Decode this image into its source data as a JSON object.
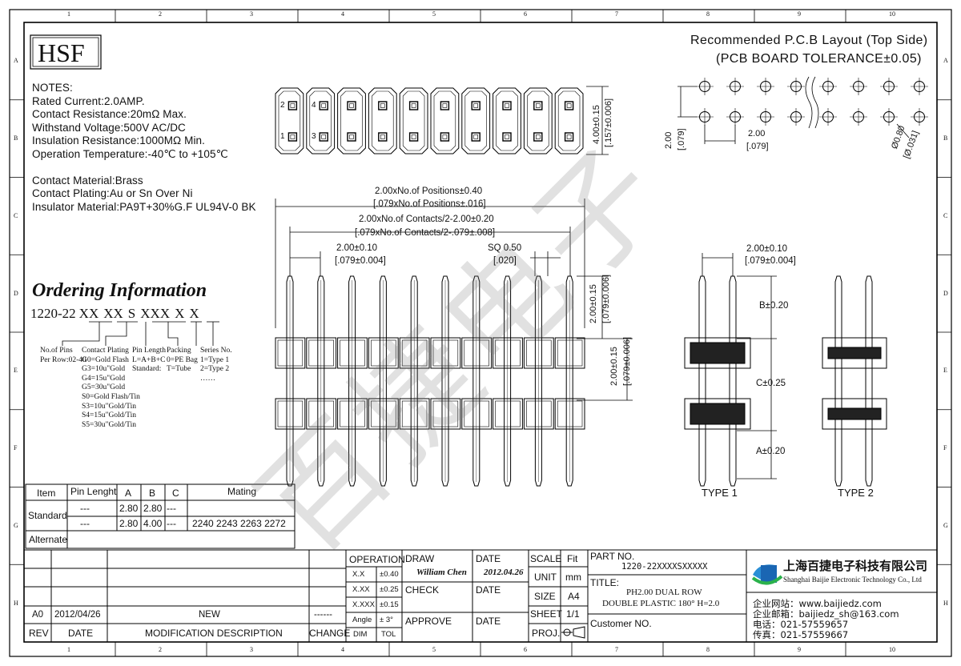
{
  "logo": "HSF",
  "notes": [
    "NOTES:",
    "Rated Current:2.0AMP.",
    "Contact Resistance:20mΩ Max.",
    "Withstand Voltage:500V AC/DC",
    "Insulation Resistance:1000MΩ Min.",
    "Operation Temperature:-40℃ to +105℃",
    "",
    "Contact Material:Brass",
    "Contact Plating:Au or Sn Over Ni",
    "Insulator Material:PA9T+30%G.F UL94V-0 BK"
  ],
  "grid_cols": [
    "1",
    "2",
    "3",
    "4",
    "5",
    "6",
    "7",
    "8",
    "9",
    "10"
  ],
  "grid_rows": [
    "A",
    "B",
    "C",
    "D",
    "E",
    "F",
    "G",
    "H"
  ],
  "pcb": {
    "title1": "Recommended P.C.B Layout (Top Side)",
    "title2": "(PCB BOARD TOLERANCE±0.05)",
    "dim_row": "2.00",
    "dim_row2": "[.079]",
    "dim_pitch": "2.00",
    "dim_pitch2": "[.079]",
    "dim_hole": "Ø0.80",
    "dim_hole2": "[Ø.031]"
  },
  "top_view": {
    "pin_labels": [
      "2",
      "4",
      "1",
      "3"
    ],
    "dim_height": "4.00±0.15",
    "dim_height2": "[.157±0.006]"
  },
  "front_view": {
    "dim_total": "2.00xNo.of Positions±0.40",
    "dim_total2": "[.079xNo.of Positions±.016]",
    "dim_contacts": "2.00xNo.of Contacts/2-2.00±0.20",
    "dim_contacts2": "[.079xNo.of Contacts/2-.079±.008]",
    "dim_pitch": "2.00±0.10",
    "dim_pitch2": "[.079±0.004]",
    "dim_sq": "SQ 0.50",
    "dim_sq2": "[.020]",
    "dim_h1": "2.00±0.15",
    "dim_h1b": "[.079±0.006]",
    "dim_h2": "2.00±0.15",
    "dim_h2b": "[.079±0.006]"
  },
  "side_view": {
    "dim_pitch": "2.00±0.10",
    "dim_pitch2": "[.079±0.004]",
    "dim_b": "B±0.20",
    "dim_c": "C±0.25",
    "dim_a": "A±0.20",
    "type1": "TYPE 1",
    "type2": "TYPE 2"
  },
  "ordering": {
    "title": "Ordering Information",
    "pn_prefix": "1220-22",
    "pn_parts": [
      "XX",
      "XX",
      "S",
      "XXX",
      "X",
      "X"
    ],
    "col1": [
      "No.of Pins",
      "Per Row:02-40"
    ],
    "col2": [
      "Contact Plating",
      "G0=Gold Flash",
      "G3=10u\"Gold",
      "G4=15u\"Gold",
      "G5=30u\"Gold",
      "S0=Gold Flash/Tin",
      "S3=10u\"Gold/Tin",
      "S4=15u\"Gold/Tin",
      "S5=30u\"Gold/Tin"
    ],
    "col3": [
      "Pin Length",
      "L=A+B+C",
      "Standard:"
    ],
    "col4": [
      "Packing",
      "0=PE Bag",
      "T=Tube"
    ],
    "col5": [
      "Series No.",
      "1=Type 1",
      "2=Type 2",
      "……"
    ]
  },
  "pin_table": {
    "headers": [
      "Item",
      "Pin Lenght",
      "A",
      "B",
      "C",
      "Mating"
    ],
    "standard_label": "Standard",
    "alternate_label": "Alternate",
    "rows": [
      [
        "---",
        "2.80",
        "2.80",
        "---",
        ""
      ],
      [
        "---",
        "2.80",
        "4.00",
        "---",
        "2240 2243 2263 2272"
      ]
    ]
  },
  "revision": {
    "rev": "A0",
    "date": "2012/04/26",
    "desc": "NEW",
    "change": "------",
    "h_rev": "REV",
    "h_date": "DATE",
    "h_desc": "MODIFICATION  DESCRIPTION",
    "h_change": "CHANGE"
  },
  "title_block": {
    "operation": "OPERATION",
    "tol_rows": [
      [
        "X.X",
        "±0.40"
      ],
      [
        "X.XX",
        "±0.25"
      ],
      [
        "X.XXX",
        "±0.15"
      ],
      [
        "Angle",
        "± 3°"
      ]
    ],
    "dim": "DIM",
    "tol": "TOL",
    "draw": "DRAW",
    "draw_name": "William Chen",
    "draw_date": "2012.04.26",
    "check": "CHECK",
    "approve": "APPROVE",
    "date": "DATE",
    "scale": "SCALE",
    "fit": "Fit",
    "unit": "UNIT",
    "unit_val": "mm",
    "size": "SIZE",
    "size_val": "A4",
    "sheet": "SHEET",
    "sheet_val": "1/1",
    "proj": "PROJ.",
    "part_no_label": "PART NO.",
    "part_no": "1220-22XXXXSXXXXX",
    "title_label": "TITLE:",
    "title1": "PH2.00 DUAL ROW",
    "title2": "DOUBLE PLASTIC 180° H=2.0",
    "customer": "Customer NO."
  },
  "company": {
    "name_cn": "上海百捷电子科技有限公司",
    "name_en": "Shanghai Baijie Electronic Technology Co., Ltd",
    "web": "企业网站：www.baijiedz.com",
    "mail": "企业邮箱：baijiedz_sh@163.com",
    "tel": "电话：021-57559657",
    "fax": "传真：021-57559667"
  },
  "watermark": "百捷电子"
}
